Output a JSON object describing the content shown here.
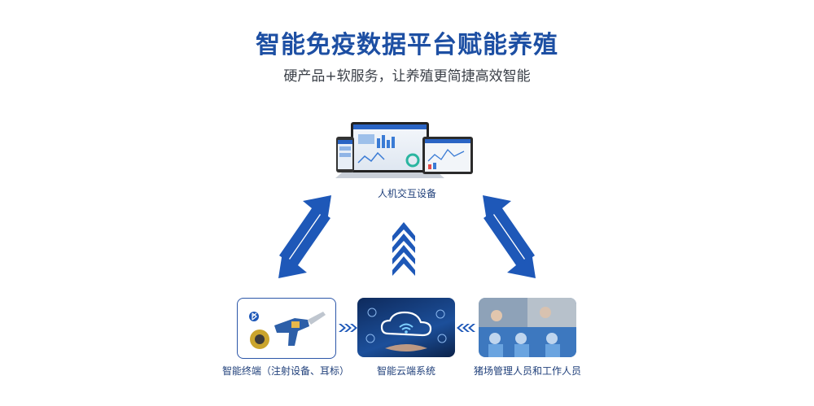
{
  "header": {
    "title": "智能免疫数据平台赋能养殖",
    "subtitle": "硬产品+软服务，让养殖更简捷高效智能"
  },
  "nodes": {
    "top": {
      "label": "人机交互设备",
      "icon": "monitor-dashboard-icon"
    },
    "left": {
      "label": "智能终端（注射设备、耳标）",
      "icon": "injector-device-icon"
    },
    "center": {
      "label": "智能云端系统",
      "icon": "cloud-wifi-icon"
    },
    "right": {
      "label": "猪场管理人员和工作人员",
      "icon": "staff-photo-icon"
    }
  },
  "colors": {
    "brand": "#1d4fa3",
    "arrow": "#1e58b8",
    "text": "#3a3f47"
  }
}
